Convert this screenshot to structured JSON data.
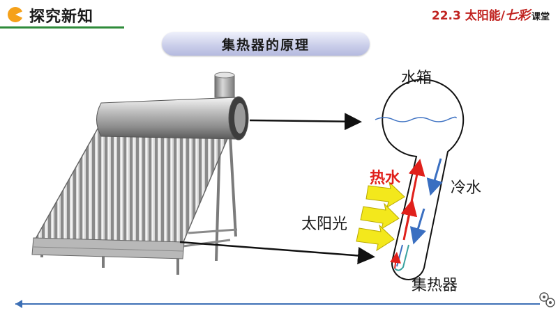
{
  "header": {
    "section_title": "探究新知",
    "lesson_number": "22.3",
    "lesson_title": "太阳能/",
    "brand": "七彩",
    "brand_sub": "课堂"
  },
  "diagram": {
    "title": "集热器的原理",
    "labels": {
      "water_tank": "水箱",
      "hot_water": "热水",
      "cold_water": "冷水",
      "sunlight": "太阳光",
      "collector": "集热器"
    }
  },
  "colors": {
    "hot_arrow": "#e0201b",
    "cold_arrow": "#3a6fc1",
    "sun_arrow": "#f3e81c",
    "accent_green": "#2e8b3a",
    "pill_blue": "#c9cde9"
  }
}
